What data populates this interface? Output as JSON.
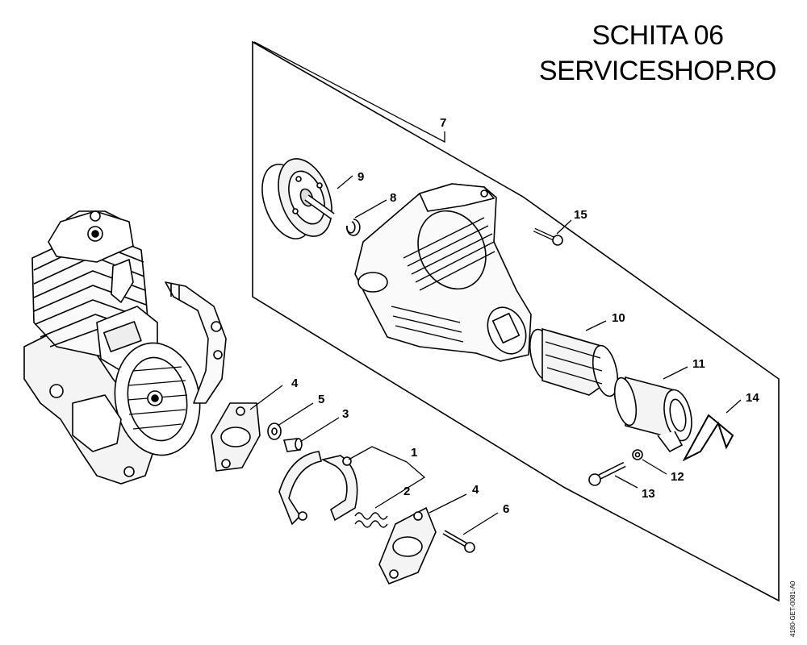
{
  "header": {
    "line1": "SCHITA 06",
    "line2": "SERVICESHOP.RO"
  },
  "doc_code": "4180-GET-0081-A0",
  "callouts": {
    "p1": "1",
    "p2": "2",
    "p3": "3",
    "p4a": "4",
    "p4b": "4",
    "p5": "5",
    "p6": "6",
    "p7": "7",
    "p8": "8",
    "p9": "9",
    "p10": "10",
    "p11": "11",
    "p12": "12",
    "p13": "13",
    "p14": "14",
    "p15": "15"
  }
}
